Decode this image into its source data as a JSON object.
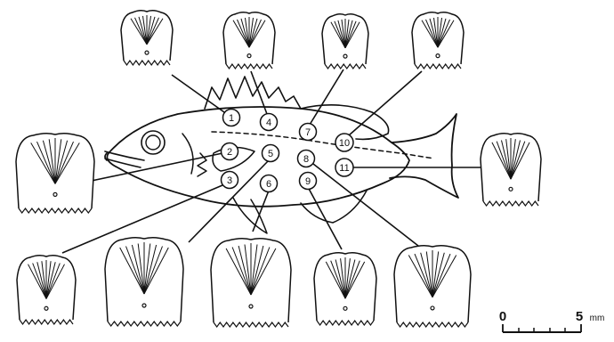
{
  "figure": {
    "region_numbers": [
      "1",
      "2",
      "3",
      "4",
      "5",
      "6",
      "7",
      "8",
      "9",
      "10",
      "11"
    ],
    "scale_bar": {
      "start_label": "0",
      "end_label": "5",
      "unit_label": "mm"
    }
  }
}
